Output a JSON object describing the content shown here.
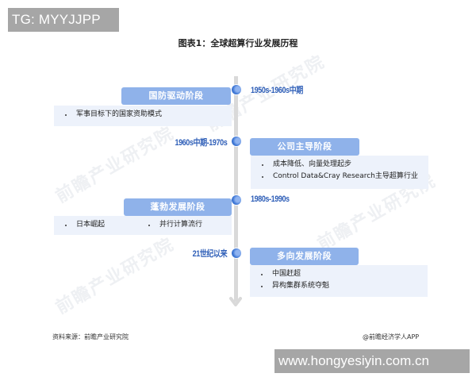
{
  "badges": {
    "tg": "TG: MYYJJPP",
    "site": "www.hongyesiyin.com.cn"
  },
  "title": "图表1：全球超算行业发展历程",
  "timeline": {
    "colors": {
      "line": "#d9d9d9",
      "dot": "#3f78d6",
      "period_text": "#2f5fb8",
      "header_bg": "#8fb2ea",
      "body_bg": "#edf2fb"
    },
    "stages": [
      {
        "period": "1950s-1960s中期",
        "name": "国防驱动阶段",
        "side": "left",
        "items": [
          "军事目标下的国家资助模式"
        ]
      },
      {
        "period": "1960s中期-1970s",
        "name": "公司主导阶段",
        "side": "right",
        "items": [
          "成本降低、向量处理起步",
          "Control Data&Cray Research主导超算行业"
        ]
      },
      {
        "period": "1980s-1990s",
        "name": "蓬勃发展阶段",
        "side": "left",
        "items": [
          "日本崛起",
          "并行计算流行"
        ]
      },
      {
        "period": "21世纪以来",
        "name": "多向发展阶段",
        "side": "right",
        "items": [
          "中国赶超",
          "异构集群系统夺魁"
        ]
      }
    ]
  },
  "footer": {
    "source": "资料来源：前瞻产业研究院",
    "credit": "@前瞻经济学人APP"
  },
  "watermarks": [
    "前瞻产业研究院",
    "前瞻产业研究院",
    "前瞻产业研究院",
    "前瞻产业研究院"
  ]
}
